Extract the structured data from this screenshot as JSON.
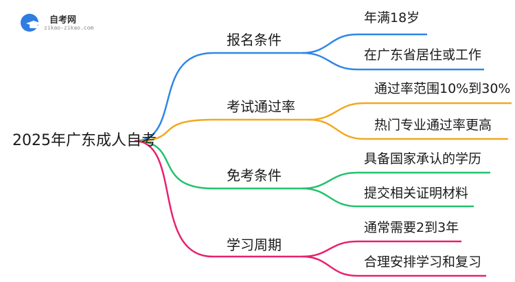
{
  "logo": {
    "title": "自考网",
    "subtitle": "zikao-zikao.com"
  },
  "mindmap": {
    "root": "2025年广东成人自考",
    "branches": [
      {
        "label": "报名条件",
        "color": "#2f86e6",
        "leaves": [
          "年满18岁",
          "在广东省居住或工作"
        ]
      },
      {
        "label": "考试通过率",
        "color": "#f2a81d",
        "leaves": [
          "通过率范围10%到30%",
          "热门专业通过率更高"
        ]
      },
      {
        "label": "免考条件",
        "color": "#22c26b",
        "leaves": [
          "具备国家承认的学历",
          "提交相关证明材料"
        ]
      },
      {
        "label": "学习周期",
        "color": "#e8206f",
        "leaves": [
          "通常需要2到3年",
          "合理安排学习和复习"
        ]
      }
    ]
  }
}
